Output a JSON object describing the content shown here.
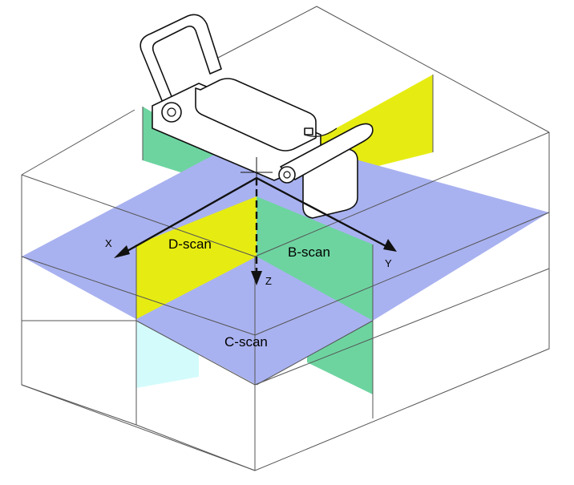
{
  "colors": {
    "c_scan_plane": "#A9B2F0",
    "b_scan_plane": "#6DD4A0",
    "d_scan_plane": "#E6EC12",
    "cyan_face": "#D4FBFB",
    "axis": "#111111",
    "box_edges": "#555555"
  },
  "labels": {
    "d_scan": "D-scan",
    "b_scan": "B-scan",
    "c_scan": "C-scan"
  },
  "axes": {
    "x": "X",
    "y": "Y",
    "z": "Z"
  }
}
